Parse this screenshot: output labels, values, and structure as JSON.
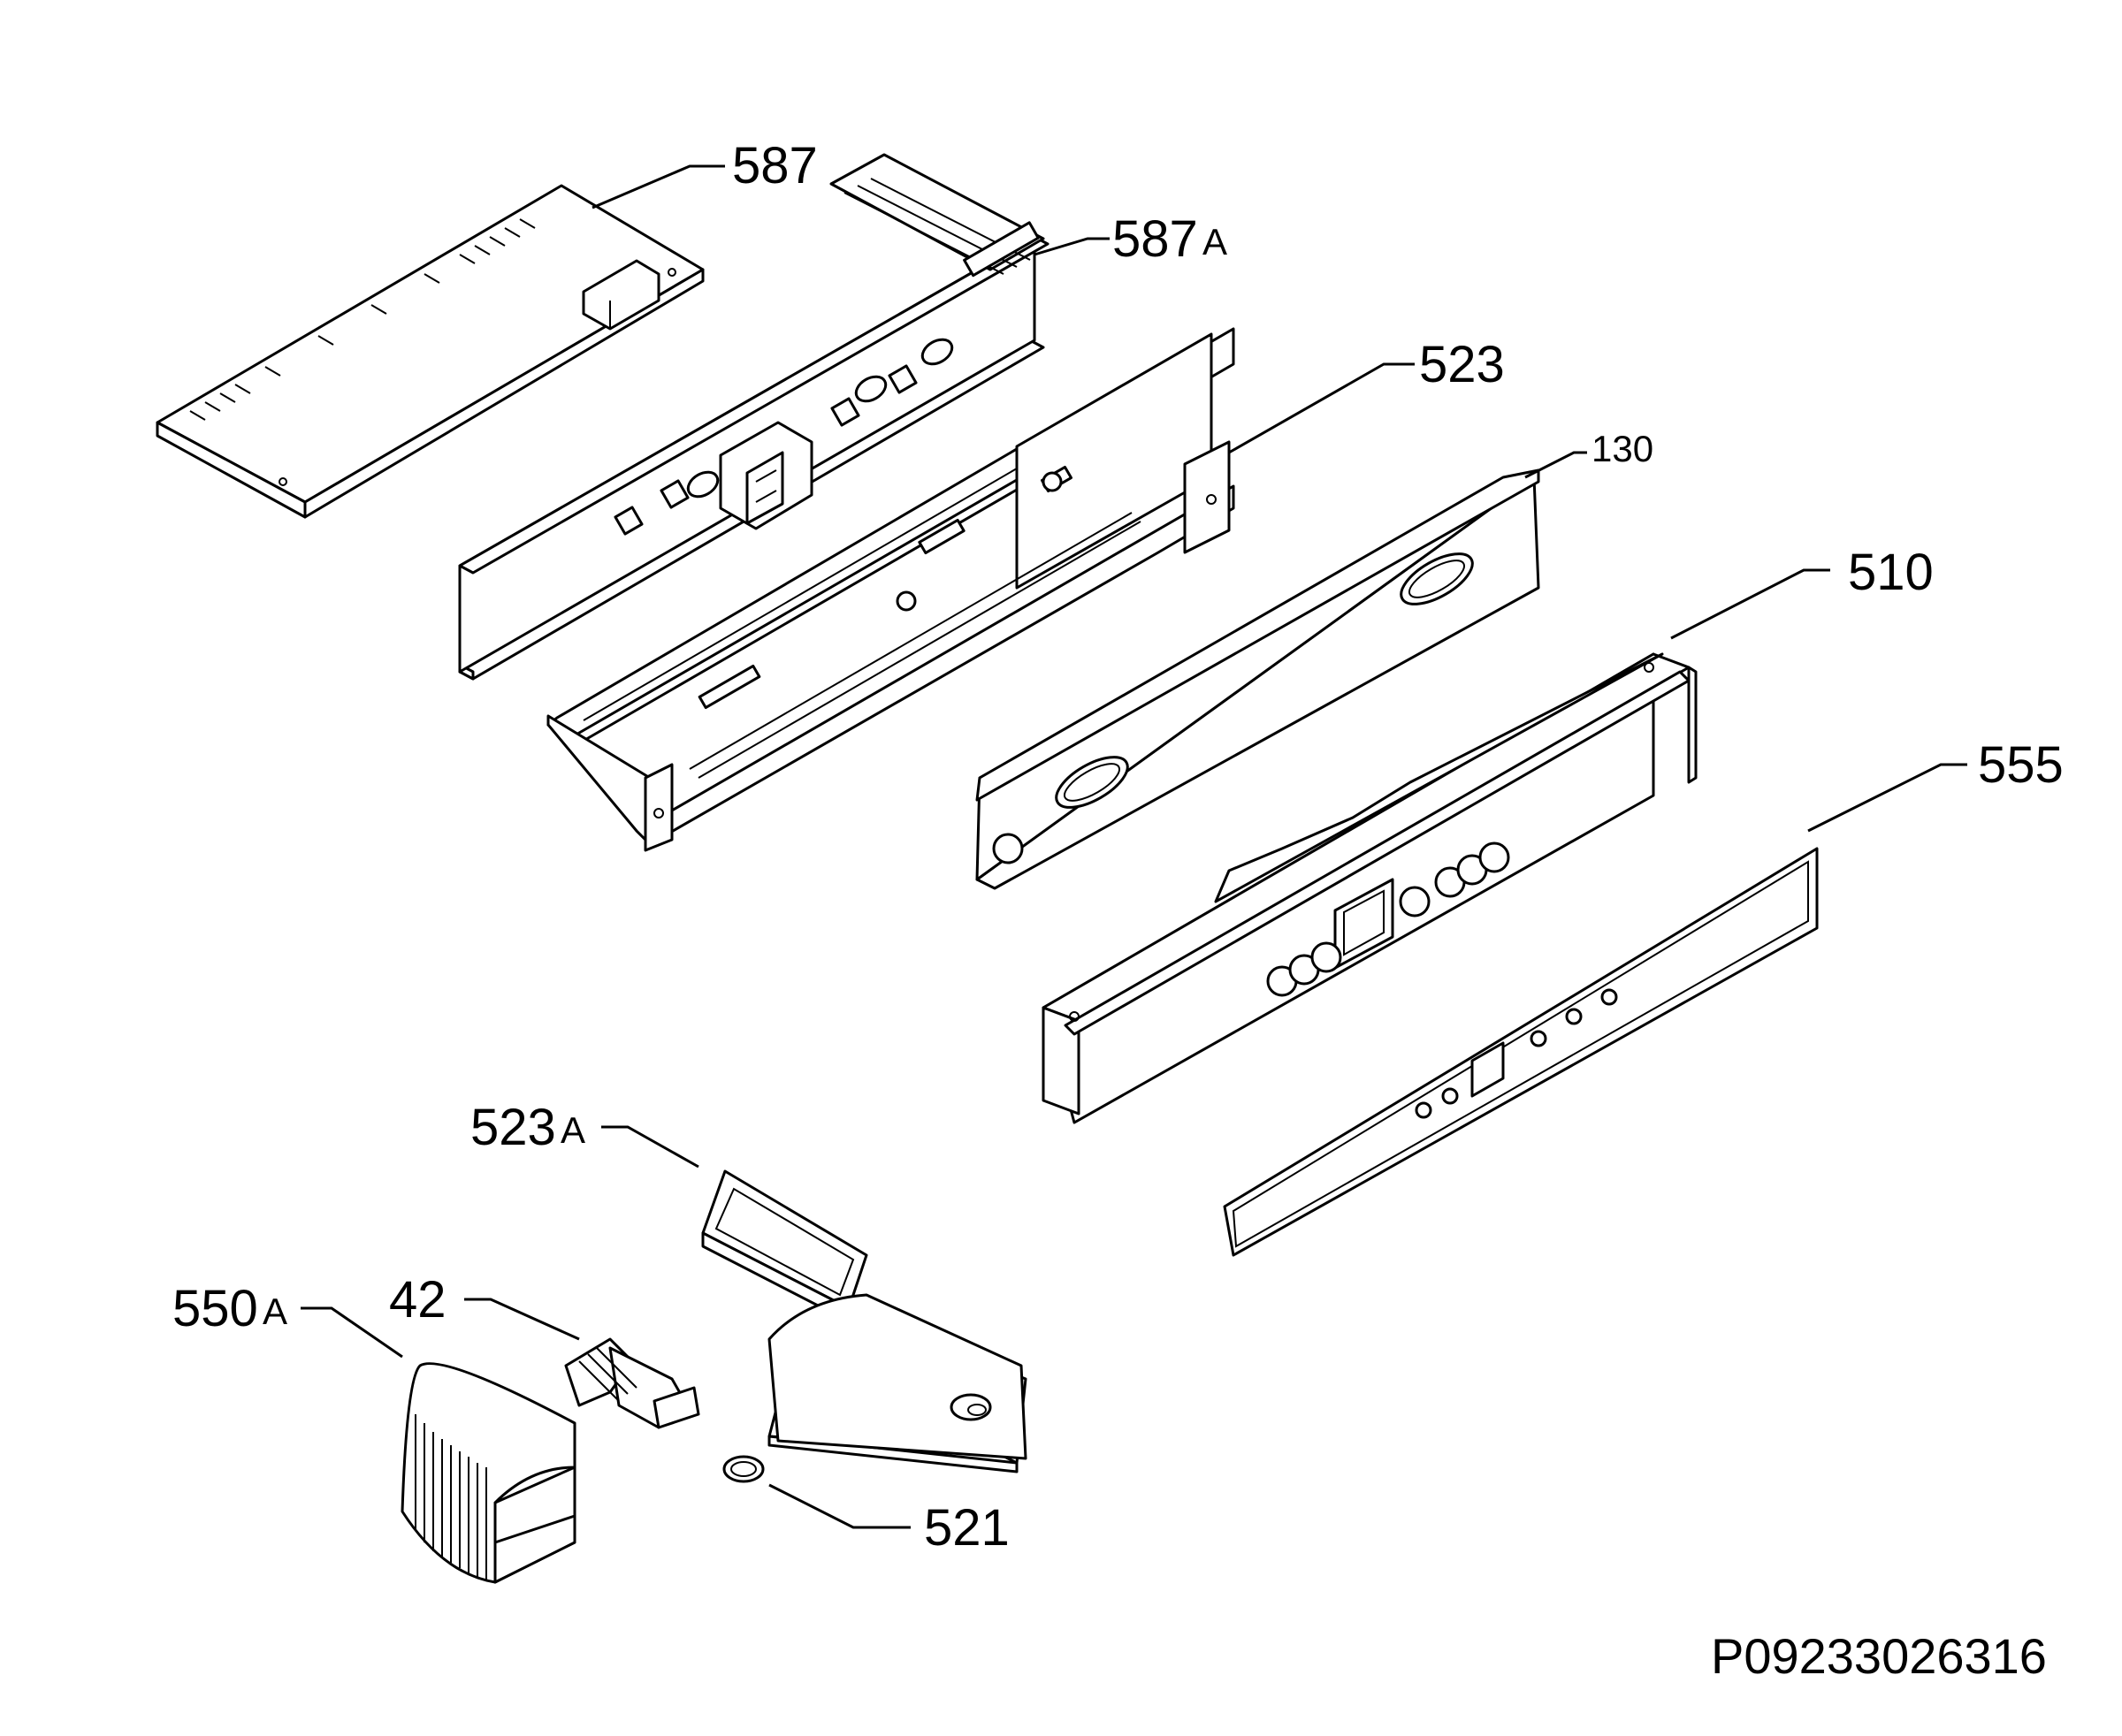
{
  "labels": {
    "p587": "587",
    "p587a": "587",
    "p587a_suffix": "A",
    "p523": "523",
    "p130": "130",
    "p510": "510",
    "p555": "555",
    "p523a": "523",
    "p523a_suffix": "A",
    "p550a": "550",
    "p550a_suffix": "A",
    "p42": "42",
    "p521": "521"
  },
  "drawing_code": "P09233026316"
}
